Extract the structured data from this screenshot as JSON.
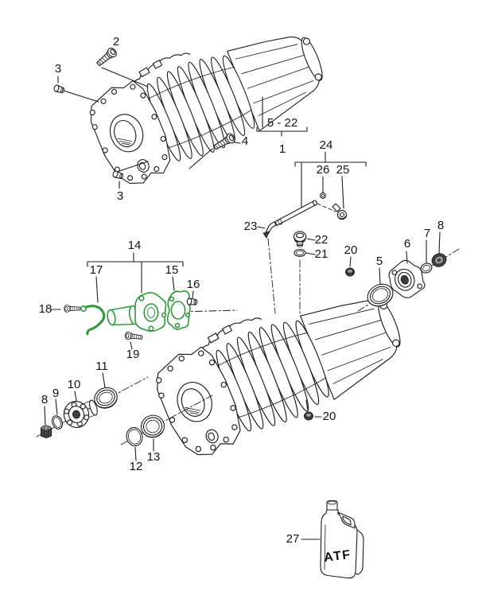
{
  "colors": {
    "line": "#1c1c1c",
    "highlight": "#2d9a38",
    "background": "#ffffff"
  },
  "callouts": [
    {
      "label": "2"
    },
    {
      "label": "3"
    },
    {
      "label": "3"
    },
    {
      "label": "4"
    },
    {
      "label": "5 - 22"
    },
    {
      "label": "1"
    },
    {
      "label": "24"
    },
    {
      "label": "26"
    },
    {
      "label": "25"
    },
    {
      "label": "23"
    },
    {
      "label": "22"
    },
    {
      "label": "21"
    },
    {
      "label": "20"
    },
    {
      "label": "8"
    },
    {
      "label": "7"
    },
    {
      "label": "6"
    },
    {
      "label": "5"
    },
    {
      "label": "14"
    },
    {
      "label": "17"
    },
    {
      "label": "15"
    },
    {
      "label": "16"
    },
    {
      "label": "18"
    },
    {
      "label": "19"
    },
    {
      "label": "11"
    },
    {
      "label": "10"
    },
    {
      "label": "9"
    },
    {
      "label": "8"
    },
    {
      "label": "12"
    },
    {
      "label": "13"
    },
    {
      "label": "20"
    },
    {
      "label": "27"
    }
  ],
  "labels": {
    "atf": "ATF"
  }
}
